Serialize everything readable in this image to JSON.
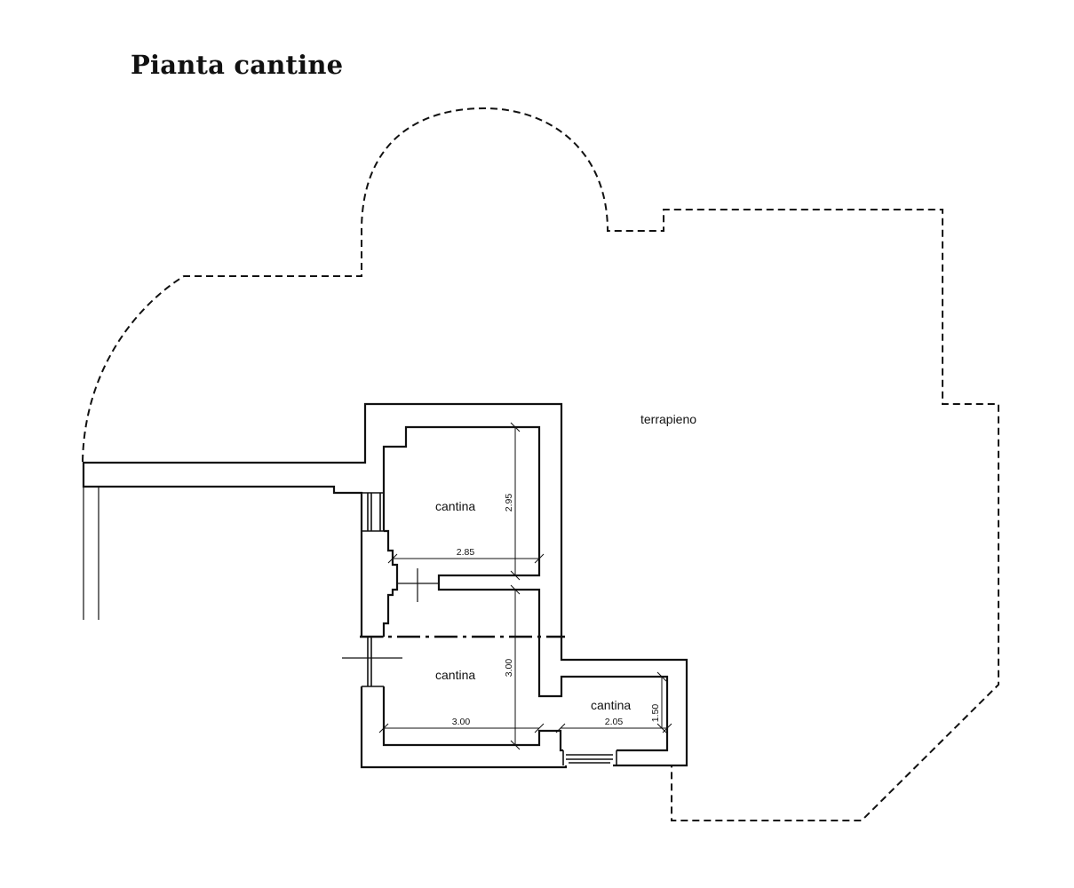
{
  "title": "Pianta cantine",
  "labels": {
    "terrapieno": "terrapieno",
    "room_1": "cantina",
    "room_2": "cantina",
    "room_3": "cantina"
  },
  "dimensions": {
    "room_1_height": "2.95",
    "room_1_width": "2.85",
    "room_2_height": "3.00",
    "room_2_width": "3.00",
    "room_3_height": "1.50",
    "room_3_width": "2.05"
  },
  "colors": {
    "line": "#111111",
    "background": "#ffffff"
  }
}
